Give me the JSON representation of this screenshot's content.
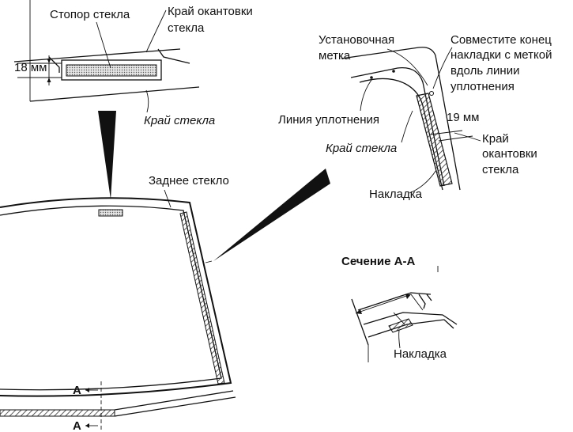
{
  "labels": {
    "glass_stopper": "Стопор стекла",
    "trim_edge_line1": "Край окантовки",
    "trim_edge_line2": "стекла",
    "dim_18": "18 мм",
    "glass_edge": "Край стекла",
    "rear_glass": "Заднее стекло",
    "install_mark_line1": "Установочная",
    "install_mark_line2": "метка",
    "align_line1": "Совместите конец",
    "align_line2": "накладки с меткой",
    "align_line3": "вдоль линии",
    "align_line4": "уплотнения",
    "seal_line": "Линия уплотнения",
    "dim_19": "19 мм",
    "glass_edge_2": "Край стекла",
    "trim_edge2_line1": "Край",
    "trim_edge2_line2": "окантовки",
    "trim_edge2_line3": "стекла",
    "molding": "Накладка",
    "section_title": "Сечение А-А",
    "molding_2": "Накладка",
    "section_mark_top": "A",
    "section_mark_bottom": "A"
  },
  "colors": {
    "ink": "#111111",
    "background": "#ffffff",
    "hatch": "#333333"
  }
}
